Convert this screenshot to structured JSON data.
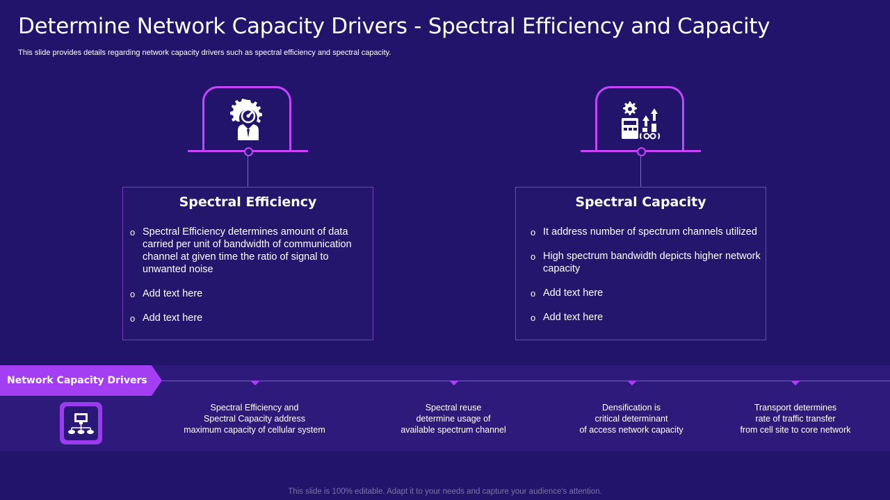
{
  "title": "Determine Network Capacity Drivers - Spectral Efficiency and Capacity",
  "subtitle": "This slide provides details regarding network capacity drivers such as spectral efficiency and spectral capacity.",
  "colors": {
    "background": "#21146a",
    "accent": "#c744ff",
    "tag": "#a33ef2",
    "band": "#2e1a7a"
  },
  "cards": [
    {
      "icon": "gauge-person-icon",
      "title": "Spectral Efficiency",
      "bullets": [
        "Spectral Efficiency determines amount of data carried per unit of bandwidth of communication channel at given time the ratio of signal to unwanted noise",
        "Add text here",
        "Add text here"
      ]
    },
    {
      "icon": "equalizer-arrows-icon",
      "title": "Spectral Capacity",
      "bullets": [
        "It address number of spectrum channels utilized",
        "High spectrum bandwidth depicts higher network capacity",
        "Add text here",
        "Add text here"
      ]
    }
  ],
  "bullet_symbol": "o",
  "drivers_label": "Network Capacity Drivers",
  "drivers_icon": "network-hierarchy-icon",
  "drivers": [
    "Spectral Efficiency and\nSpectral Capacity address\nmaximum capacity of cellular system",
    "Spectral reuse\ndetermine usage of\navailable  spectrum channel",
    "Densification is\ncritical determinant\nof access network capacity",
    "Transport determines\nrate of traffic transfer\nfrom cell site to core network"
  ],
  "footer": "This slide is 100% editable. Adapt it to your needs and capture your audience's attention."
}
